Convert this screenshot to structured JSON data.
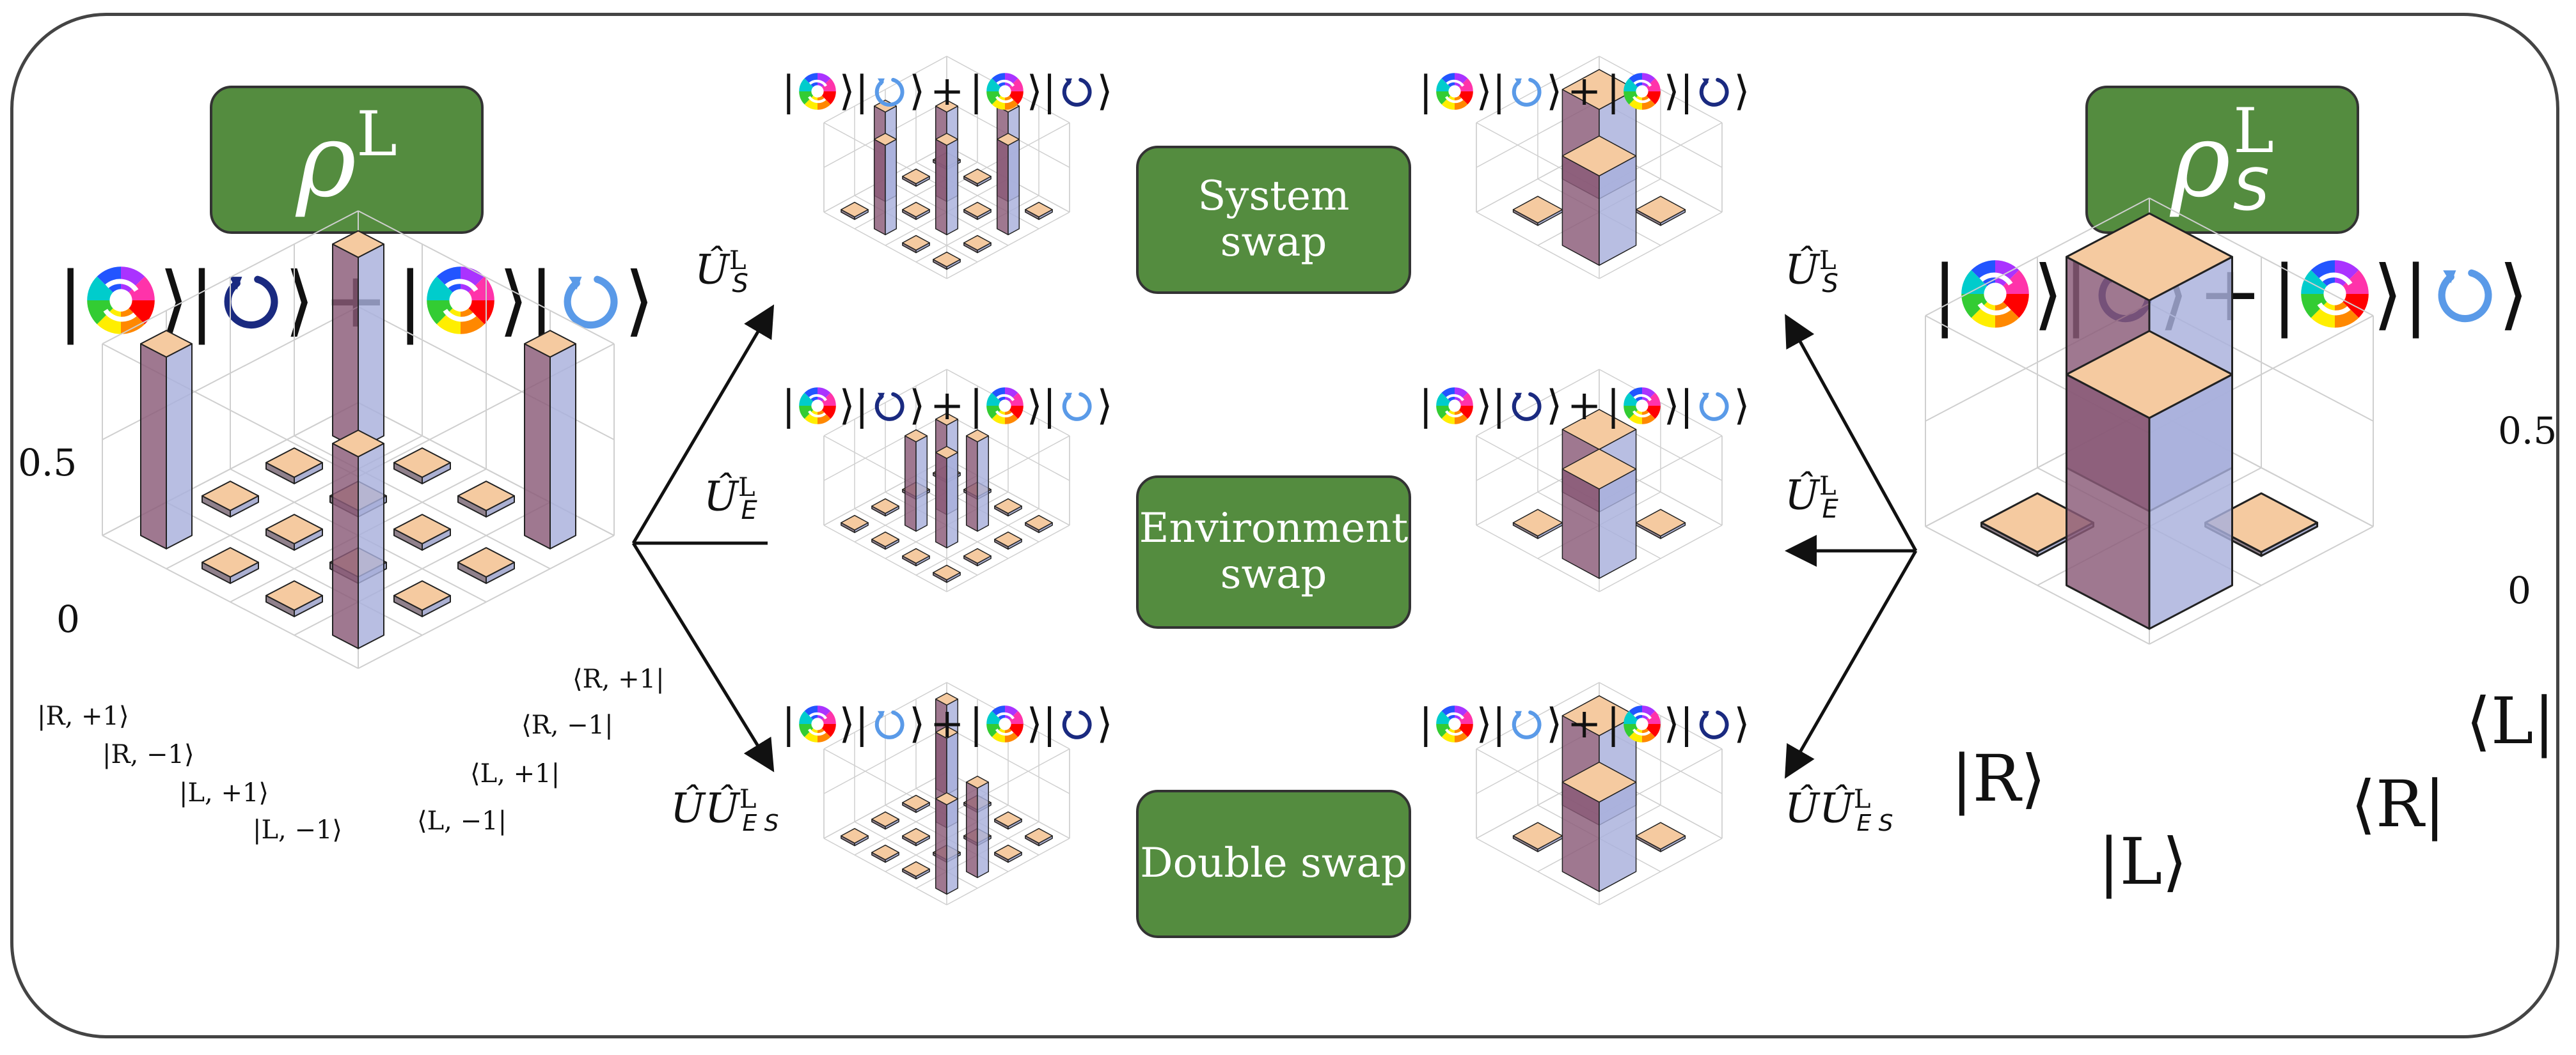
{
  "left_panel": {
    "title_symbol": "ρ",
    "title_sup": "L",
    "equation": {
      "plus": "+"
    },
    "z_ticks": [
      "0.5",
      "0"
    ],
    "ket_labels": [
      "|R, +1⟩",
      "|R, −1⟩",
      "|L, +1⟩",
      "|L, −1⟩"
    ],
    "bra_labels": [
      "⟨R, +1|",
      "⟨R, −1|",
      "⟨L, +1|",
      "⟨L, −1|"
    ]
  },
  "right_panel": {
    "title_symbol": "ρ",
    "title_sup": "L",
    "title_sub": "S",
    "equation": {
      "plus": "+"
    },
    "z_ticks": [
      "0.5",
      "0"
    ],
    "ket_labels": [
      "|R⟩",
      "|L⟩"
    ],
    "bra_labels": [
      "⟨L|",
      "⟨R|"
    ]
  },
  "swaps": [
    {
      "label_line1": "System swap",
      "label_line2": "",
      "op_left": "Û",
      "op_left_sup": "L",
      "op_left_sub": "S",
      "op_right": "Û",
      "op_right_sup": "L",
      "op_right_sub": "S",
      "plus_left": "+",
      "plus_right": "+"
    },
    {
      "label_line1": "Environment",
      "label_line2": "swap",
      "op_left": "Û",
      "op_left_sup": "L",
      "op_left_sub": "E",
      "op_right": "Û",
      "op_right_sup": "L",
      "op_right_sub": "E",
      "plus_left": "+",
      "plus_right": "+"
    },
    {
      "label_line1": "Double swap",
      "label_line2": "",
      "op_left": "ÛÛ",
      "op_left_sup": "L",
      "op_left_sub": "E S",
      "op_right": "ÛÛ",
      "op_right_sup": "L",
      "op_right_sub": "E S",
      "plus_left": "+",
      "plus_right": "+"
    }
  ],
  "colors": {
    "panel_green": "#548c3f",
    "bar_top": "#f5caa0",
    "bar_side_red": "#8a5a78",
    "bar_side_blue": "#a8b0dc",
    "ket_dark": "#1a2a80",
    "ket_light": "#5a9ae8",
    "frame": "#444444"
  },
  "chart_data": [
    {
      "type": "heatmap",
      "name": "rho_L",
      "rows": [
        "|R,+1⟩",
        "|R,−1⟩",
        "|L,+1⟩",
        "|L,−1⟩"
      ],
      "cols": [
        "⟨R,+1|",
        "⟨R,−1|",
        "⟨L,+1|",
        "⟨L,−1|"
      ],
      "values": [
        [
          0.5,
          0.0,
          0.0,
          0.5
        ],
        [
          0.0,
          0.0,
          0.0,
          0.0
        ],
        [
          0.0,
          0.0,
          0.0,
          0.0
        ],
        [
          0.5,
          0.0,
          0.0,
          0.5
        ]
      ],
      "zlim": [
        0,
        0.5
      ]
    },
    {
      "type": "heatmap",
      "name": "rho_S_L",
      "rows": [
        "|R⟩",
        "|L⟩"
      ],
      "cols": [
        "⟨L|",
        "⟨R|"
      ],
      "values": [
        [
          0.5,
          0.0
        ],
        [
          0.0,
          0.5
        ]
      ],
      "zlim": [
        0,
        0.5
      ]
    }
  ]
}
